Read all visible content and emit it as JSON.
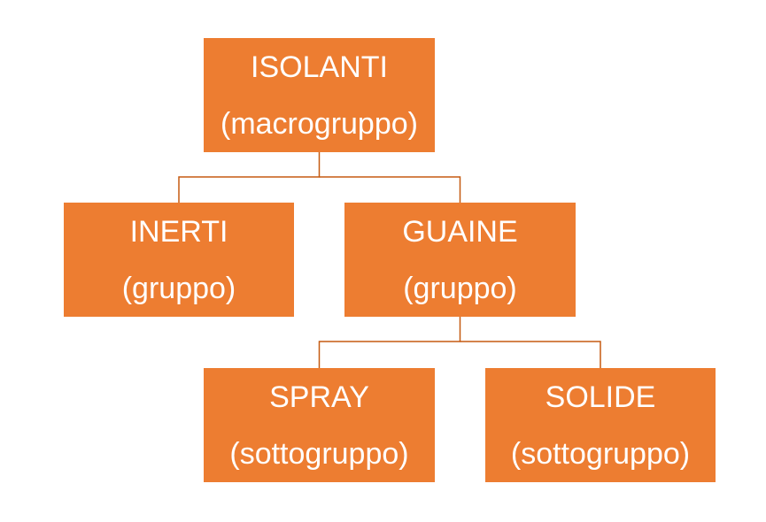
{
  "colors": {
    "node_fill": "#ED7D31",
    "node_text": "#ffffff",
    "connector": "#C55A11"
  },
  "nodes": {
    "root": {
      "title": "ISOLANTI",
      "subtitle": "(macrogruppo)"
    },
    "inerti": {
      "title": "INERTI",
      "subtitle": "(gruppo)"
    },
    "guaine": {
      "title": "GUAINE",
      "subtitle": "(gruppo)"
    },
    "spray": {
      "title": "SPRAY",
      "subtitle": "(sottogruppo)"
    },
    "solide": {
      "title": "SOLIDE",
      "subtitle": "(sottogruppo)"
    }
  },
  "edges": [
    {
      "from": "root",
      "to": "inerti"
    },
    {
      "from": "root",
      "to": "guaine"
    },
    {
      "from": "guaine",
      "to": "spray"
    },
    {
      "from": "guaine",
      "to": "solide"
    }
  ]
}
